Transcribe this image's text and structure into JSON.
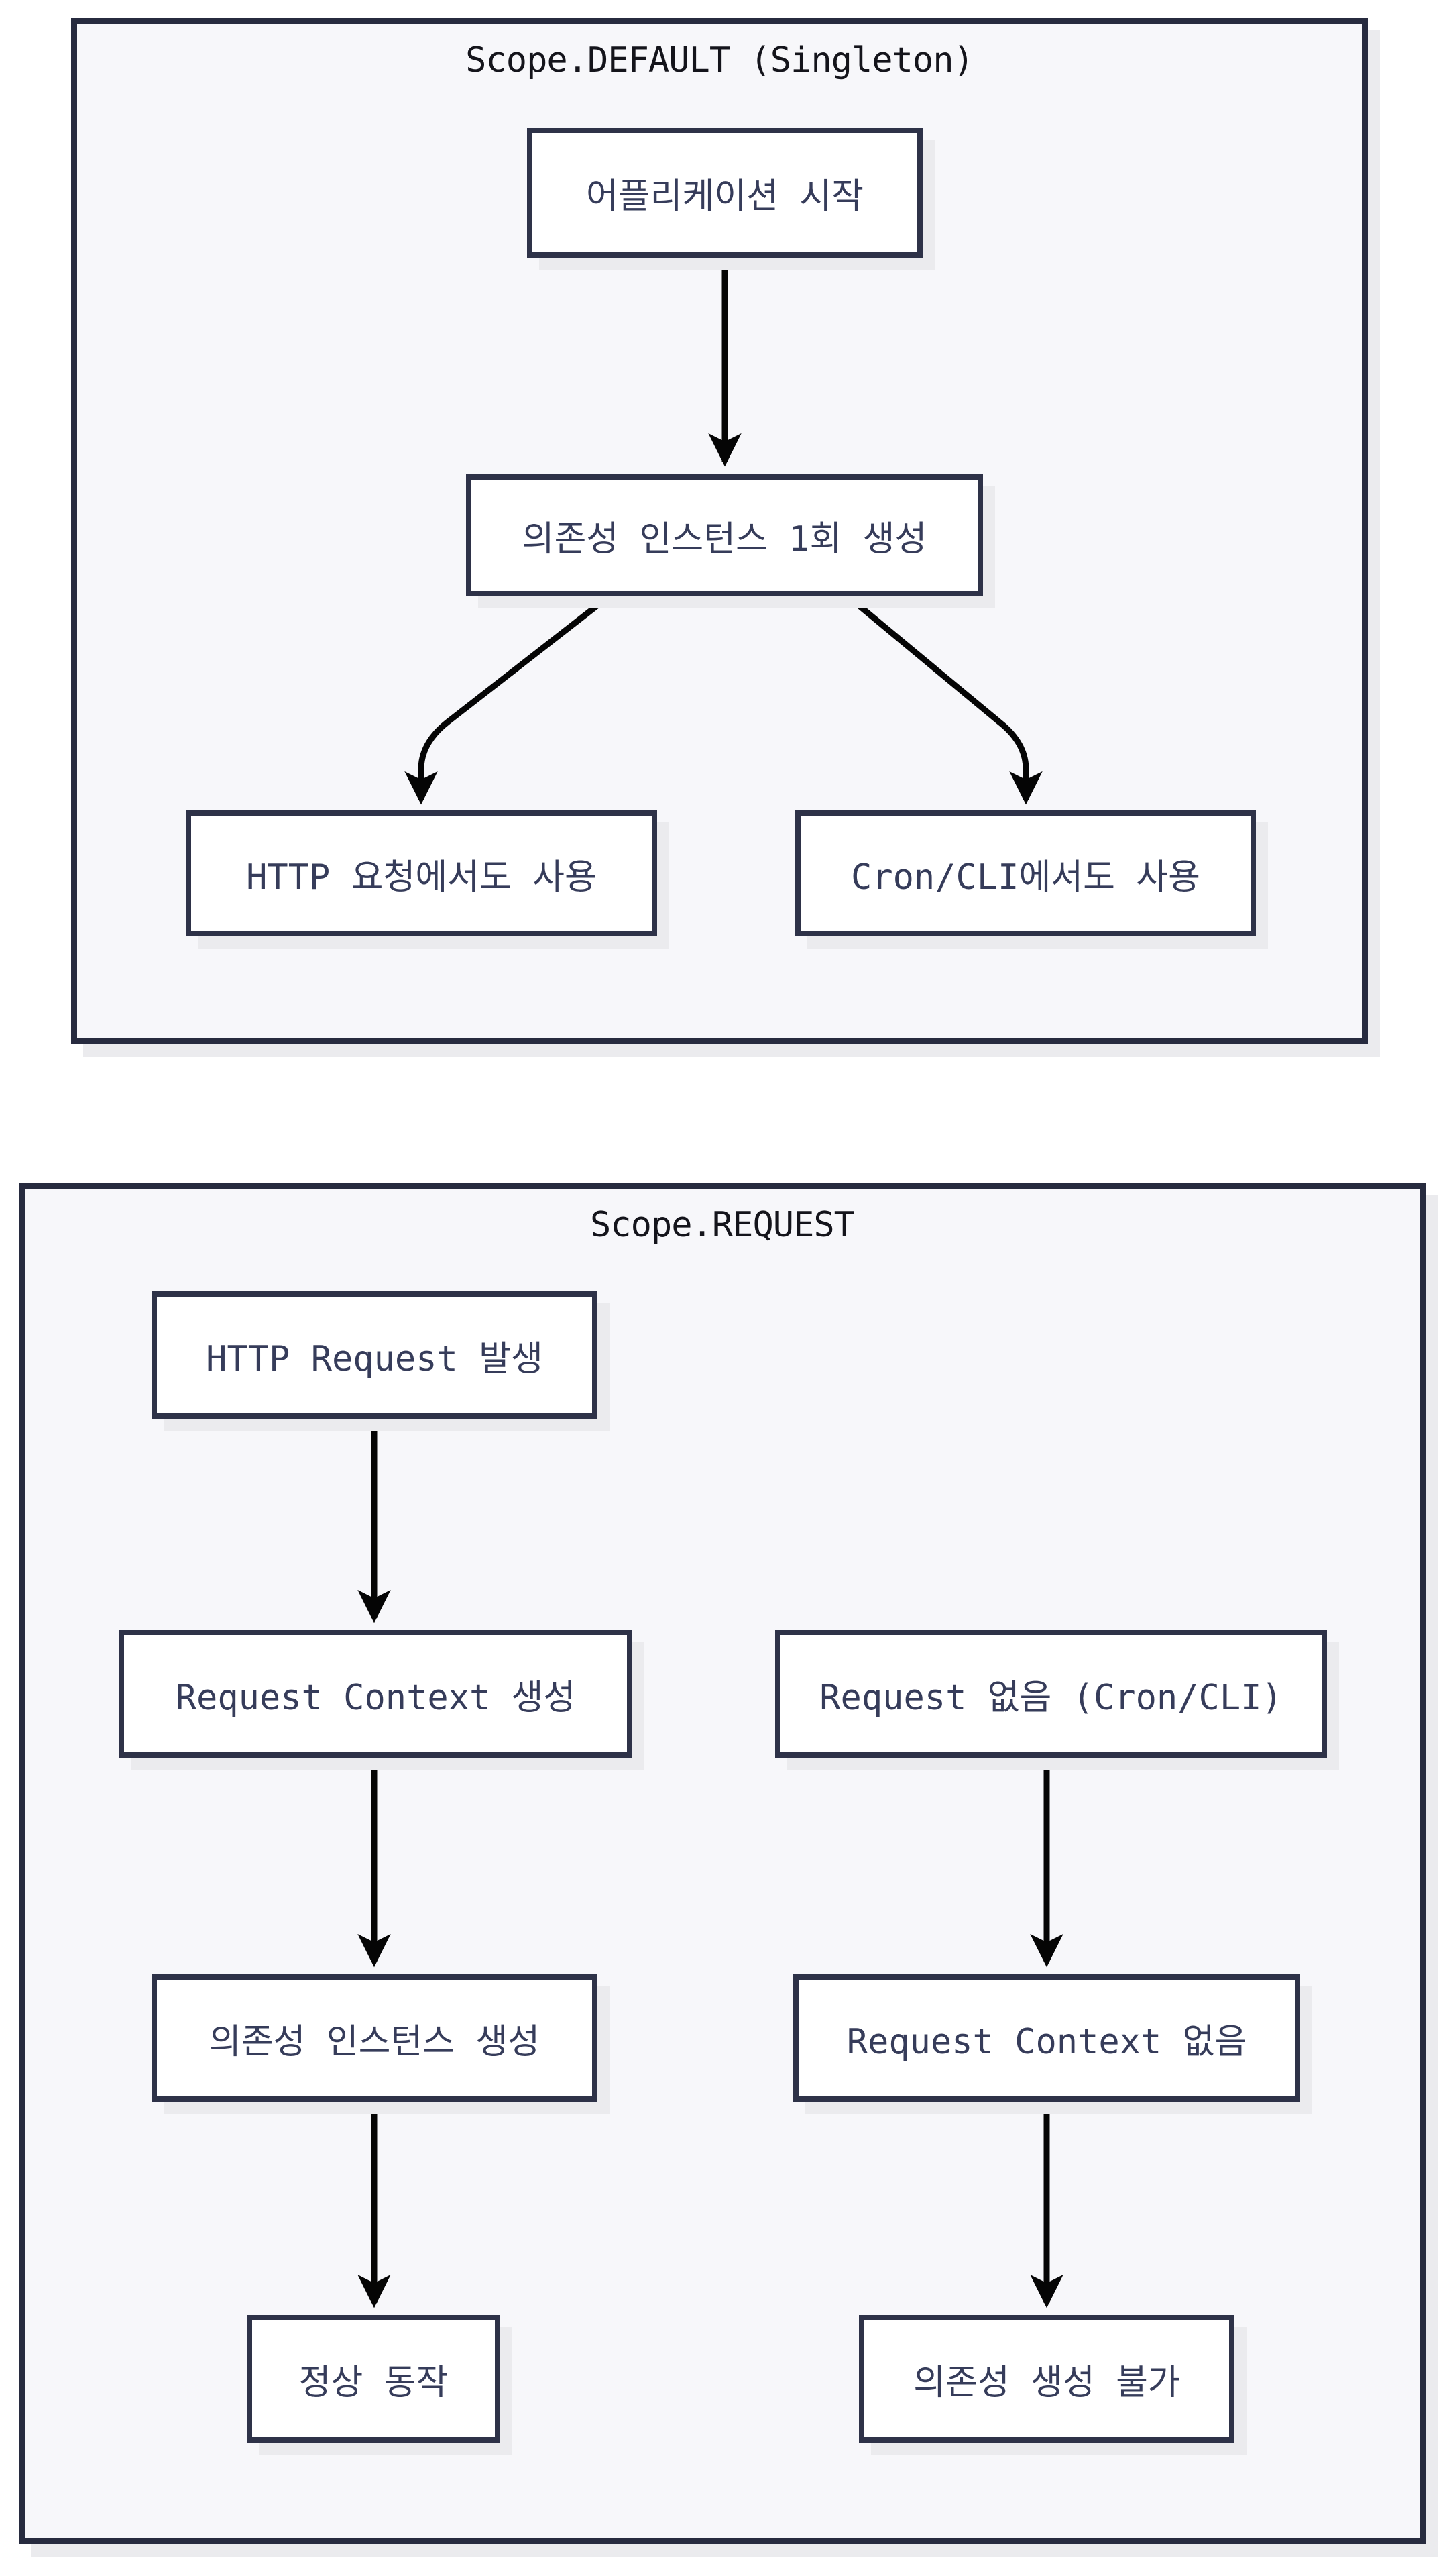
{
  "colors": {
    "page-bg": "#ffffff",
    "panel-bg": "#f7f7fa",
    "panel-border": "#272b3f",
    "node-bg": "#ffffff",
    "node-border": "#2e3248",
    "node-text": "#363c5a",
    "title-text": "#14141b",
    "arrow": "#050505",
    "shadow": "#ebebee"
  },
  "diagram_default": {
    "title": "Scope.DEFAULT (Singleton)",
    "nodes": {
      "app_start": {
        "label": "어플리케이션 시작"
      },
      "instance_once": {
        "label": "의존성 인스턴스 1회 생성"
      },
      "http_usage": {
        "label": "HTTP 요청에서도 사용"
      },
      "cron_usage": {
        "label": "Cron/CLI에서도 사용"
      }
    },
    "edges": [
      {
        "from": "app_start",
        "to": "instance_once"
      },
      {
        "from": "instance_once",
        "to": "http_usage"
      },
      {
        "from": "instance_once",
        "to": "cron_usage"
      }
    ]
  },
  "diagram_request": {
    "title": "Scope.REQUEST",
    "nodes": {
      "http_request": {
        "label": "HTTP Request 발생"
      },
      "ctx_created": {
        "label": "Request Context 생성"
      },
      "no_request": {
        "label": "Request 없음 (Cron/CLI)"
      },
      "instance_created": {
        "label": "의존성 인스턴스 생성"
      },
      "no_ctx": {
        "label": "Request Context 없음"
      },
      "normal_op": {
        "label": "정상 동작"
      },
      "cannot_create": {
        "label": "의존성 생성 불가"
      }
    },
    "edges": [
      {
        "from": "http_request",
        "to": "ctx_created"
      },
      {
        "from": "ctx_created",
        "to": "instance_created"
      },
      {
        "from": "instance_created",
        "to": "normal_op"
      },
      {
        "from": "no_request",
        "to": "no_ctx"
      },
      {
        "from": "no_ctx",
        "to": "cannot_create"
      }
    ]
  }
}
